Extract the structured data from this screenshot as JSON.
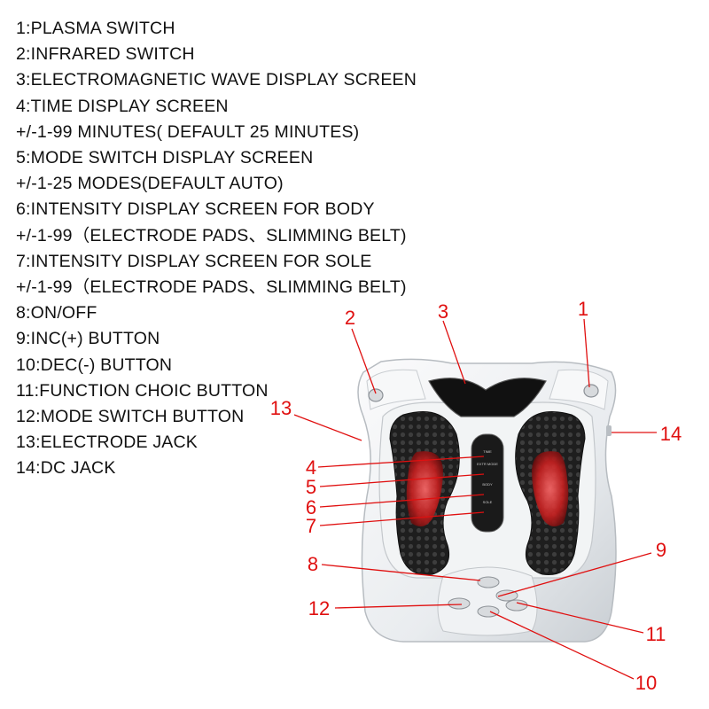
{
  "legend": [
    "1:PLASMA SWITCH",
    "2:INFRARED SWITCH",
    "3:ELECTROMAGNETIC WAVE DISPLAY SCREEN",
    "4:TIME DISPLAY SCREEN",
    "+/-1-99 MINUTES( DEFAULT 25 MINUTES)",
    "5:MODE SWITCH DISPLAY SCREEN",
    "+/-1-25 MODES(DEFAULT AUTO)",
    "6:INTENSITY DISPLAY SCREEN FOR BODY",
    "+/-1-99（ELECTRODE PADS、SLIMMING BELT)",
    "7:INTENSITY DISPLAY SCREEN FOR SOLE",
    "+/-1-99（ELECTRODE PADS、SLIMMING BELT)",
    "8:ON/OFF",
    "9:INC(+) BUTTON",
    "10:DEC(-) BUTTON",
    "11:FUNCTION CHOIC BUTTON",
    "12:MODE SWITCH BUTTON",
    "13:ELECTRODE JACK",
    "14:DC JACK"
  ],
  "callouts": [
    "1",
    "2",
    "3",
    "4",
    "5",
    "6",
    "7",
    "8",
    "9",
    "10",
    "11",
    "12",
    "13",
    "14"
  ],
  "panel_labels": [
    "TIME",
    "EXTR MODE",
    "BODY",
    "SOLE"
  ],
  "colors": {
    "callout": "#e01010",
    "text": "#111111",
    "device_body": "#eef0f2",
    "foot_pad": "#2a2a2a",
    "infrared": "#d93a3a"
  }
}
